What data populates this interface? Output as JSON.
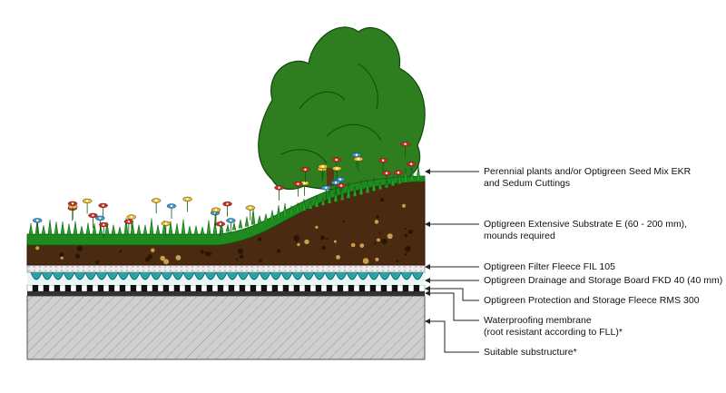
{
  "labels": [
    {
      "id": "plants",
      "lines": [
        "Perennial plants and/or Optigreen Seed Mix EKR",
        "and Sedum Cuttings"
      ]
    },
    {
      "id": "substrate",
      "lines": [
        "Optigreen Extensive Substrate E (60 - 200 mm),",
        "mounds required"
      ]
    },
    {
      "id": "filter",
      "lines": [
        "Optigreen Filter Fleece FIL 105"
      ]
    },
    {
      "id": "drainage",
      "lines": [
        "Optigreen Drainage and Storage Board FKD 40 (40 mm)"
      ]
    },
    {
      "id": "protection",
      "lines": [
        "Optigreen Protection and Storage Fleece RMS 300"
      ]
    },
    {
      "id": "membrane",
      "lines": [
        "Waterproofing membrane",
        "(root resistant according to FLL)*"
      ]
    },
    {
      "id": "substructure",
      "lines": [
        "Suitable substructure*"
      ]
    }
  ],
  "colors": {
    "soil": "#4a2a10",
    "grass": "#1f8a1f",
    "tree": "#2e7d1f",
    "drainage": "#2aa3a8",
    "concrete": "#c8c8c8",
    "fleece": "#e6e6e6",
    "accent_flower_red": "#d42a1e",
    "accent_flower_blue": "#3a9ad9",
    "accent_flower_yellow": "#f0c020"
  }
}
